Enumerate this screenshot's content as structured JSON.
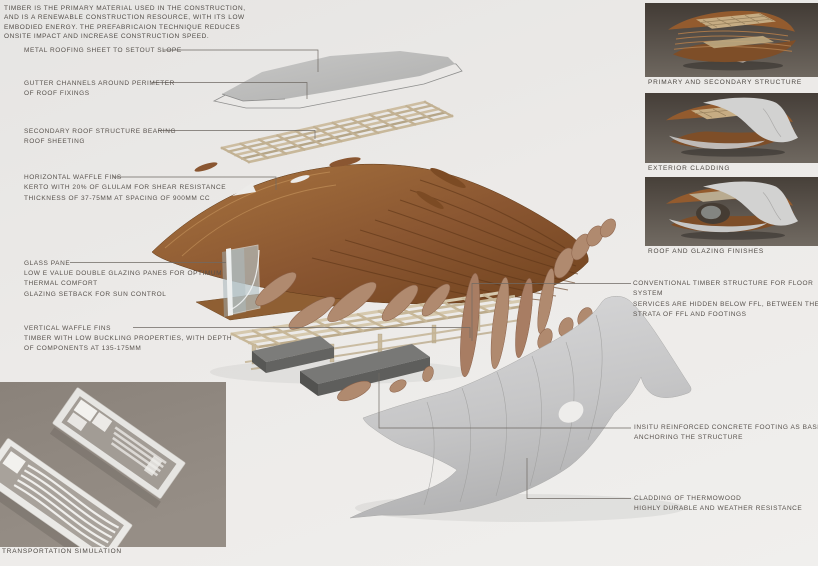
{
  "intro": [
    "TIMBER IS THE PRIMARY MATERIAL USED IN THE CONSTRUCTION,",
    "AND IS A RENEWABLE CONSTRUCTION RESOURCE, WITH ITS LOW",
    "EMBODIED ENERGY.  THE PREFABRICAION TECHNIQUE REDUCES",
    "ONSITE IMPACT AND INCREASE CONSTRUCTION SPEED."
  ],
  "labels": {
    "metal_roofing": [
      "METAL ROOFING SHEET TO SETOUT SLOPE"
    ],
    "gutter": [
      "GUTTER CHANNELS AROUND PERIMETER",
      "OF ROOF FIXINGS"
    ],
    "secondary_roof": [
      "SECONDARY ROOF STRUCTURE BEARING",
      "ROOF SHEETING"
    ],
    "horizontal_fins": [
      "HORIZONTAL WAFFLE FINS",
      "KERTO WITH 20% OF GLULAM FOR SHEAR RESISTANCE",
      "THICKNESS OF 37-75MM AT SPACING OF 900MM CC"
    ],
    "glass_pane": [
      "GLASS PANE",
      "LOW E VALUE DOUBLE GLAZING PANES FOR OPTIMUM",
      "THERMAL COMFORT",
      "GLAZING SETBACK FOR SUN CONTROL"
    ],
    "vertical_fins": [
      "VERTICAL WAFFLE FINS",
      "TIMBER WITH LOW BUCKLING PROPERTIES, WITH DEPTH",
      "OF COMPONENTS AT 135-175MM"
    ],
    "conventional_floor": [
      "CONVENTIONAL TIMBER STRUCTURE FOR FLOOR",
      "SYSTEM",
      "SERVICES ARE HIDDEN BELOW FFL, BETWEEN THE",
      "STRATA OF FFL AND FOOTINGS"
    ],
    "insitu_footing": [
      "INSITU REINFORCED CONCRETE FOOTING AS BASE FOR",
      "ANCHORING THE STRUCTURE"
    ],
    "thermowood": [
      "CLADDING OF THERMOWOOD",
      "HIGHLY DURABLE AND WEATHER RESISTANCE"
    ]
  },
  "thumbnails": {
    "primary": "PRIMARY AND SECONDARY STRUCTURE",
    "exterior": "EXTERIOR CLADDING",
    "roof_glazing": "ROOF AND GLAZING FINISHES",
    "transport": "TRANSPORTATION SIMULATION"
  },
  "colors": {
    "background": "#eceae8",
    "panel_dark": "#49423c",
    "timber_brown": "#8a5631",
    "timber_tan": "#cdbda1",
    "fin_component": "#b08a6f",
    "cladding_grey": "#c9c9c8",
    "concrete_grey": "#6f6f6d",
    "glass_blue": "#b7c6ca",
    "text_grey": "#57514c"
  }
}
